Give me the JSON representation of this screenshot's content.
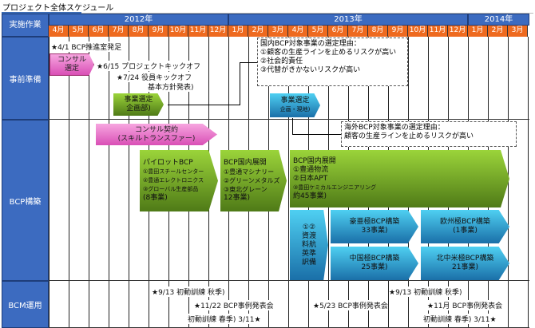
{
  "title": "プロジェクト全体スケジュール",
  "header": {
    "col_label": "実施作業",
    "years": [
      "2012年",
      "2013年",
      "2014年"
    ],
    "months": [
      "4月",
      "5月",
      "6月",
      "7月",
      "8月",
      "9月",
      "10月",
      "11月",
      "12月",
      "1月",
      "2月",
      "3月",
      "4月",
      "5月",
      "6月",
      "7月",
      "8月",
      "9月",
      "10月",
      "11月",
      "12月",
      "1月",
      "2月",
      "3月"
    ]
  },
  "rows": {
    "prep": "事前準備",
    "build": "BCP構築",
    "ops": "BCM運用"
  },
  "prep": {
    "ev1": "★4/1 BCP推進室発足",
    "consul_select": [
      "コンサル",
      "選定"
    ],
    "ev2": "★6/15 プロジェクトキックオフ",
    "ev3": "★7/24 役員キックオフ",
    "ev3b": "基本方針発表)",
    "select1": [
      "事業選定",
      "企画部)"
    ],
    "domestic_reason": [
      "国内BCP対象事業の選定理由：",
      "①顧客の生産ラインを止めるリスクが高い",
      "②社会的責任",
      "③代替がきかないリスクが高い"
    ],
    "select2": [
      "事業選定",
      "企画・現地)"
    ]
  },
  "build": {
    "overseas_reason": [
      "海外BCP対象事業の選定理由：",
      "顧客の生産ラインを止めるリスクが高い"
    ],
    "consul_contract": [
      "コンサル契約",
      "(スキルトランスファー)"
    ],
    "pilot": [
      "パイロットBCP",
      "①豊田スチールセンター",
      "②豊通エレクトロニクス",
      "③グローバル生産部品",
      "(8事業)"
    ],
    "dom1": [
      "BCP国内展開",
      "①豊通マシナリー",
      "②グリーンメタルズ",
      "③東北グレーン",
      "12事業)"
    ],
    "dom2": [
      "BCP国内展開",
      "①豊通物流",
      "②日本APT",
      "③豊田ケミカルエンジニアリング",
      "約45事業)"
    ],
    "prep2": [
      "①②",
      "資渡",
      "料航",
      "英準",
      "訳備"
    ],
    "aus": [
      "豪亜極BCP構築",
      "33事業)"
    ],
    "eu": [
      "欧州極BCP構築",
      "(1事業)"
    ],
    "cn": [
      "中国極BCP構築",
      "25事業)"
    ],
    "na": [
      "北中米極BCP構築",
      "21事業)"
    ]
  },
  "ops": {
    "e1": "★9/13 初動訓練 秋季)",
    "e2": "★11/22 BCP事例発表会",
    "e3": "初動訓練 春季) 3/11★",
    "e4": "★5/23 BCP事例発表会",
    "e5": "★9/13 初動訓練 秋季)",
    "e6": "★11月 BCP事例発表会",
    "e7": "初動訓練 春季) 3/11★"
  }
}
